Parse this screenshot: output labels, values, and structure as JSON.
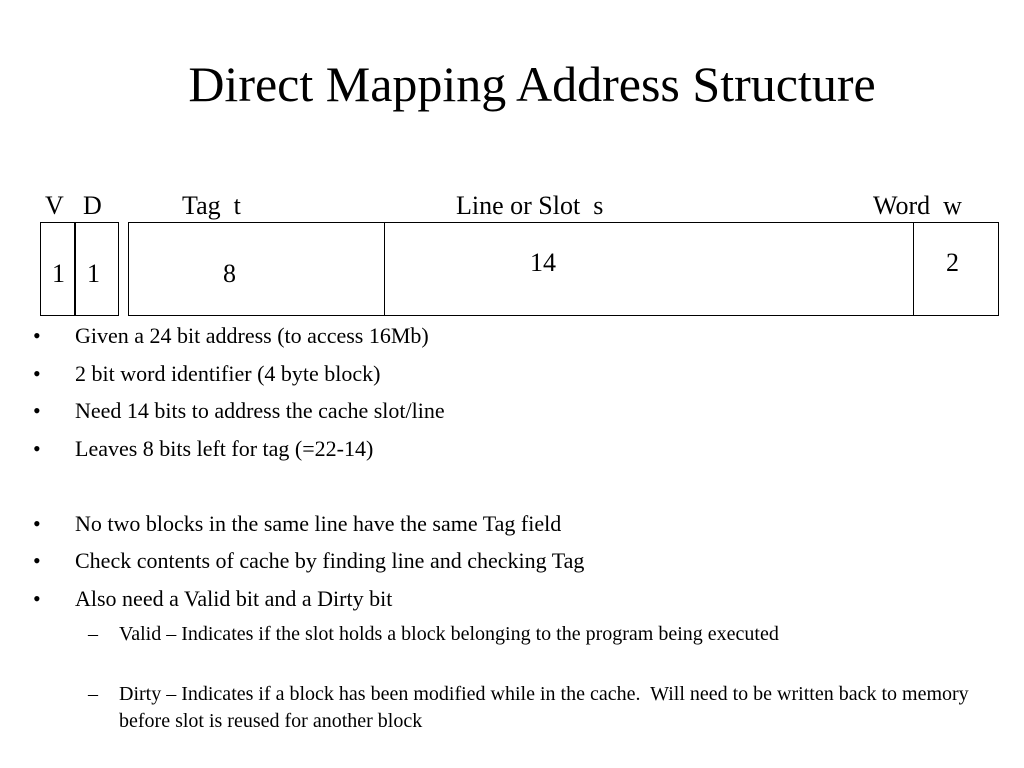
{
  "title": "Direct Mapping Address Structure",
  "address_structure": {
    "labels": {
      "valid": "V",
      "dirty": "D",
      "tag": "Tag  t",
      "line": "Line or Slot  s",
      "word": "Word  w"
    },
    "bits": {
      "valid": "1",
      "dirty": "1",
      "tag": "8",
      "line": "14",
      "word": "2"
    }
  },
  "bullets": [
    "Given a 24 bit address (to access 16Mb)",
    "2 bit word identifier (4 byte block)",
    "Need 14 bits to address the cache slot/line",
    "Leaves 8 bits left for tag (=22-14)",
    "No two blocks in the same line have the same Tag field",
    "Check contents of cache by finding line and checking Tag",
    "Also need a Valid bit and a Dirty bit"
  ],
  "sub_bullets": [
    "Valid – Indicates if the slot holds a block belonging to the program being executed",
    "Dirty – Indicates if a block has been modified while in the cache.  Will need to be written back to memory before slot is reused for another block"
  ],
  "bullet_marker": "•",
  "sub_marker": "–"
}
